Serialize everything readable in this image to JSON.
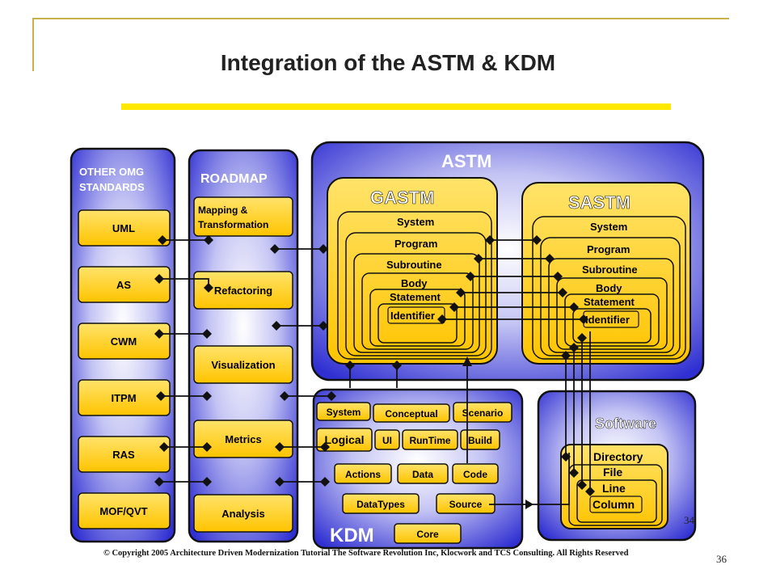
{
  "slide": {
    "title": "Integration of the ASTM & KDM",
    "copyright": "© Copyright 2005 Architecture Driven Modernization Tutorial  The Software Revolution Inc, Klocwork and TCS Consulting. All Rights Reserved",
    "page_number": "36",
    "inner_page_number": "34"
  },
  "other_omg": {
    "heading_line1": "OTHER OMG",
    "heading_line2": "STANDARDS",
    "items": [
      "UML",
      "AS",
      "CWM",
      "ITPM",
      "RAS",
      "MOF/QVT"
    ]
  },
  "roadmap": {
    "heading": "ROADMAP",
    "mapping_line1": "Mapping &",
    "mapping_line2": "Transformation",
    "items": [
      "Refactoring",
      "Visualization",
      "Metrics",
      "Analysis"
    ]
  },
  "astm": {
    "heading": "ASTM",
    "gastm": {
      "heading": "GASTM",
      "levels": [
        "System",
        "Program",
        "Subroutine",
        "Body",
        "Statement",
        "Identifier"
      ]
    },
    "sastm": {
      "heading": "SASTM",
      "levels": [
        "System",
        "Program",
        "Subroutine",
        "Body",
        "Statement",
        "Identifier"
      ]
    }
  },
  "kdm": {
    "heading": "KDM",
    "items": [
      "System",
      "Conceptual",
      "Scenario",
      "Logical",
      "UI",
      "RunTime",
      "Build",
      "Actions",
      "Data",
      "Code",
      "DataTypes",
      "Source",
      "Core"
    ]
  },
  "software": {
    "heading": "Software",
    "levels": [
      "Directory",
      "File",
      "Line",
      "Column"
    ]
  },
  "colors": {
    "panel_blue": "#3a3ad6",
    "box_yellow": "#ffd21f",
    "title_bar_yellow": "#ffe800",
    "deco_gold": "#c9b24a"
  }
}
